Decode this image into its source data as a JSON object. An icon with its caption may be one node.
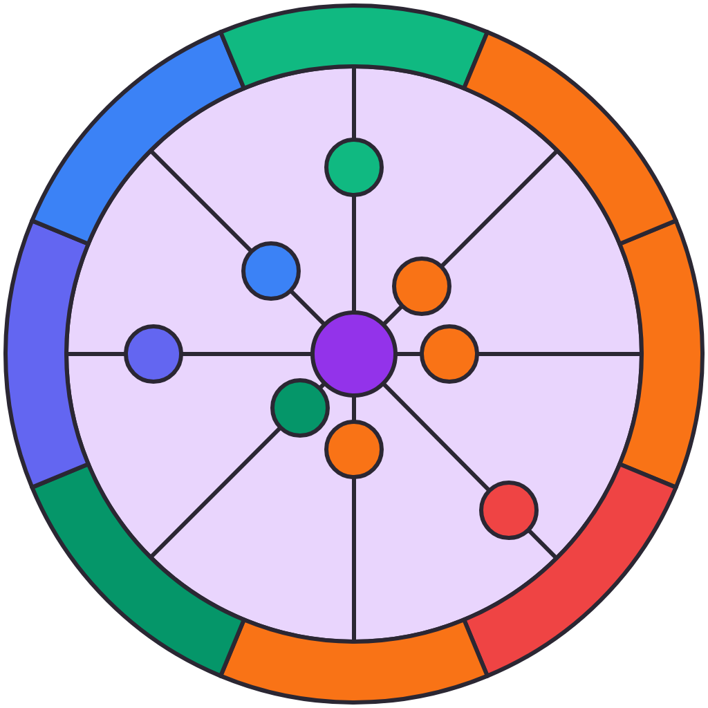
{
  "diagram": {
    "nodes": [
      {
        "text": [],
        "shape": "circle"
      },
      {
        "text": [],
        "shape": "circle"
      },
      {
        "text": [],
        "shape": "circle"
      },
      {
        "text": [],
        "shape": "circle"
      },
      {
        "text": [],
        "shape": "circle"
      },
      {
        "text": [],
        "shape": "circle"
      },
      {
        "text": [],
        "shape": "circle"
      },
      {
        "text": [],
        "shape": "circle"
      },
      {
        "text": [],
        "shape": "circle"
      }
    ],
    "edges": [
      {
        "from": 4,
        "to": 0,
        "arrow": "none"
      },
      {
        "from": 4,
        "to": 1,
        "arrow": "none"
      },
      {
        "from": 4,
        "to": 2,
        "arrow": "none"
      },
      {
        "from": 4,
        "to": 3,
        "arrow": "none"
      },
      {
        "from": 4,
        "to": 5,
        "arrow": "none"
      },
      {
        "from": 4,
        "to": 6,
        "arrow": "none"
      },
      {
        "from": 4,
        "to": 7,
        "arrow": "none"
      },
      {
        "from": 4,
        "to": 8,
        "arrow": "none"
      }
    ]
  }
}
